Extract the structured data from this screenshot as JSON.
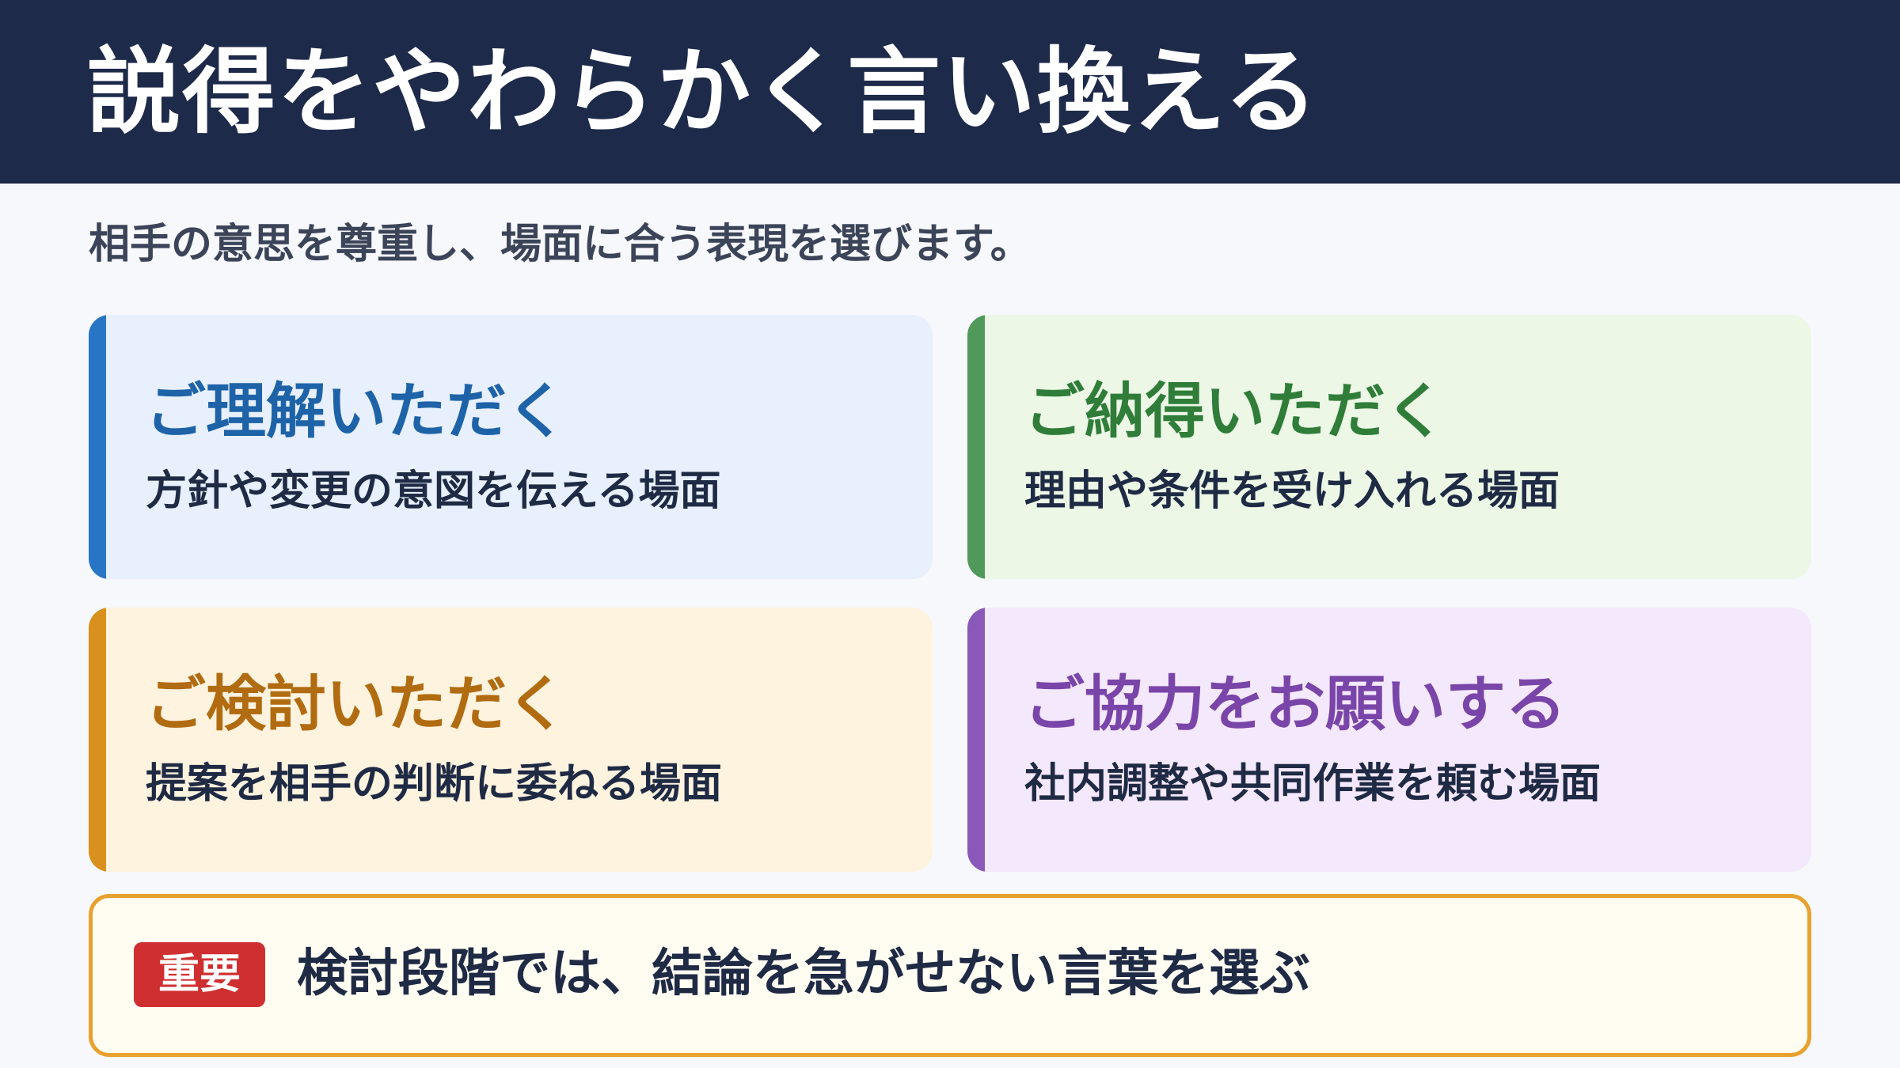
{
  "header": {
    "title": "説得をやわらかく言い換える"
  },
  "subtitle": "相手の意思を尊重し、場面に合う表現を選びます。",
  "cards": [
    {
      "title": "ご理解いただく",
      "description": "方針や変更の意図を伝える場面"
    },
    {
      "title": "ご納得いただく",
      "description": "理由や条件を受け入れる場面"
    },
    {
      "title": "ご検討いただく",
      "description": "提案を相手の判断に委ねる場面"
    },
    {
      "title": "ご協力をお願いする",
      "description": "社内調整や共同作業を頼む場面"
    }
  ],
  "callout": {
    "badge": "重要",
    "text": "検討段階では、結論を急がせない言葉を選ぶ"
  },
  "colors": {
    "header_bg": "#1e2a4a",
    "card_blue_accent": "#2775c4",
    "card_green_accent": "#4f9a5a",
    "card_orange_accent": "#d9901c",
    "card_purple_accent": "#8a58b8",
    "callout_border": "#e8a12e",
    "badge_bg": "#cf2f31"
  }
}
